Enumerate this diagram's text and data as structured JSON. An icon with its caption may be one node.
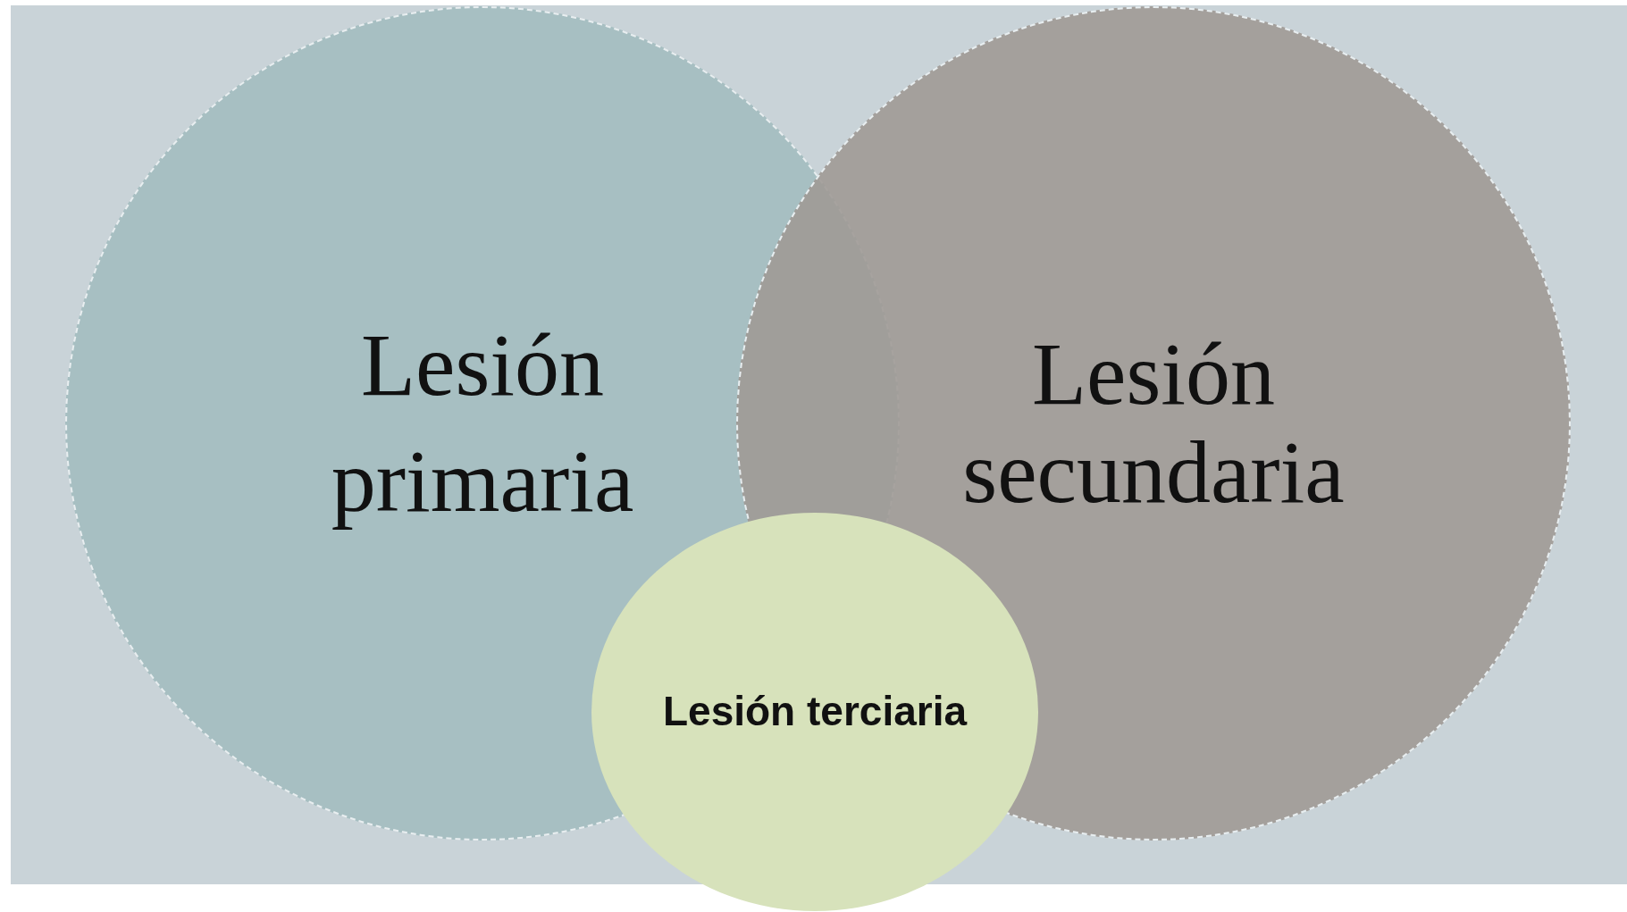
{
  "diagram": {
    "nodes": [
      {
        "text": [
          "Lesión primaria"
        ]
      },
      {
        "text": [
          "Lesión secundaria"
        ]
      },
      {
        "text": [
          "Lesión terciaria"
        ]
      }
    ]
  }
}
